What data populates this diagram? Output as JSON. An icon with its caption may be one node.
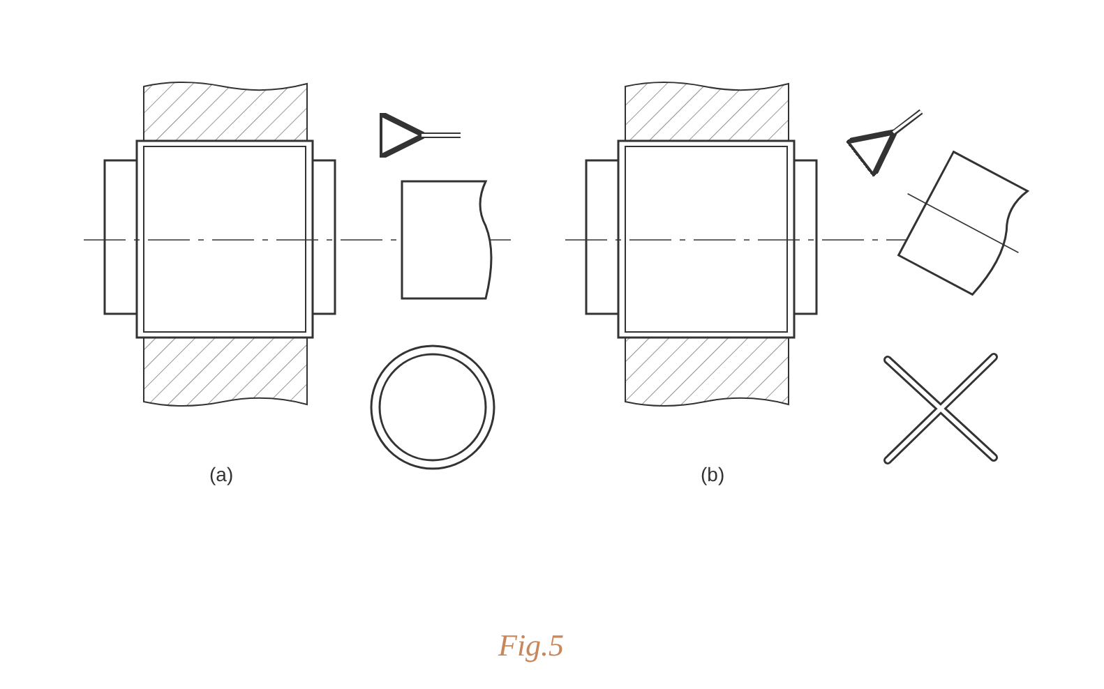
{
  "diagram": {
    "caption": "Fig.5",
    "labels": [
      "(a)",
      "(b)"
    ]
  }
}
